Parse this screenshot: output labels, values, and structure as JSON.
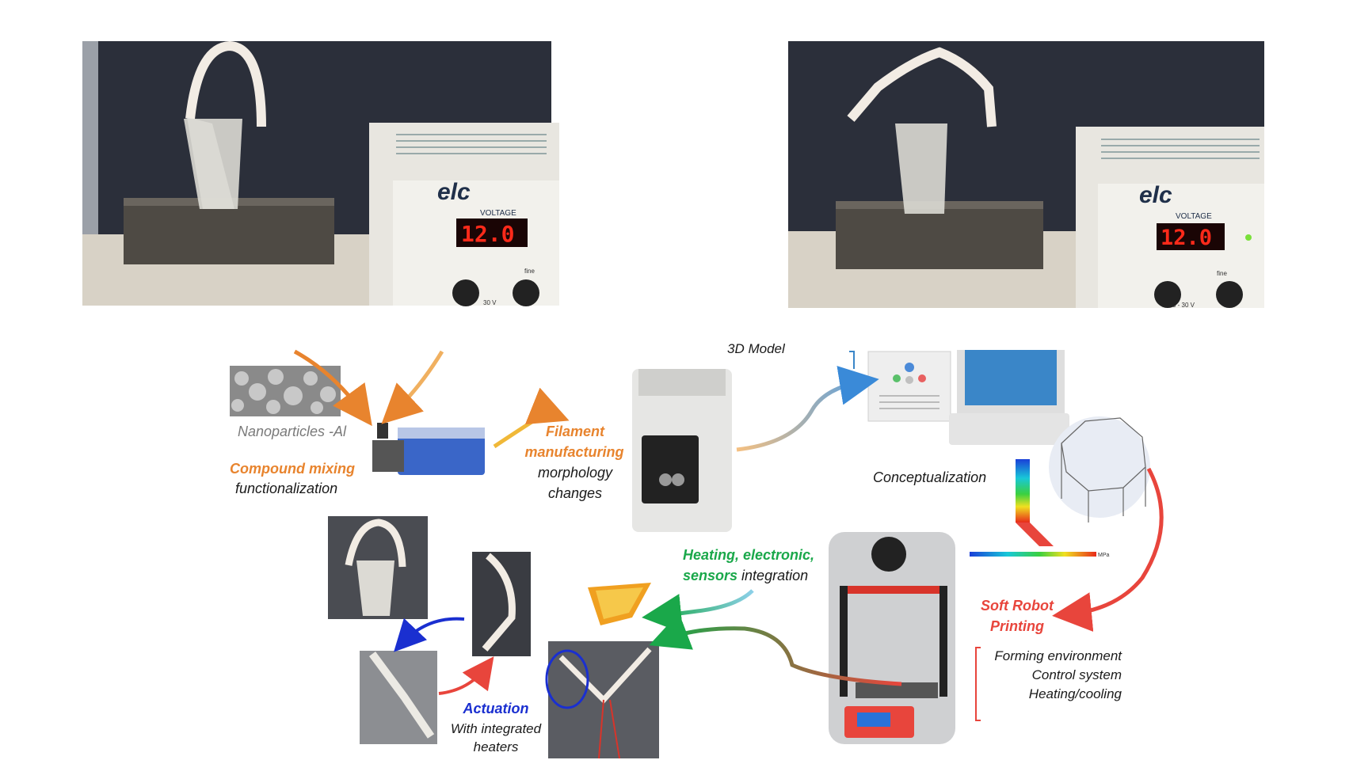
{
  "photos": {
    "left": {
      "brand": "elc",
      "panel_label": "VOLTAGE",
      "display": "12.0",
      "knob_label": "fine",
      "range_label": "30 V"
    },
    "right": {
      "brand": "elc",
      "panel_label": "VOLTAGE",
      "display": "12.0",
      "knob_label": "fine",
      "range_label": "0 - 30 V"
    }
  },
  "diagram": {
    "top_cut_label": "3D Model",
    "nanoparticles": "Nanoparticles -Al",
    "compound_mixing": "Compound mixing",
    "functionalization": "functionalization",
    "filament": "Filament",
    "manufacturing": "manufacturing",
    "morphology": "morphology",
    "changes": "changes",
    "conceptualization": "Conceptualization",
    "heating_line": "Heating, electronic,",
    "sensors": "sensors",
    "integration": " integration",
    "soft_robot": "Soft Robot",
    "printing": "Printing",
    "forming": "Forming environment",
    "control": "Control system",
    "heating_cooling": "Heating/cooling",
    "actuation": "Actuation",
    "with_heaters": "With integrated",
    "heaters": "heaters",
    "scale_unit": "MPa"
  },
  "colors": {
    "orange": "#e8842e",
    "green": "#1aa84a",
    "red": "#e8453c",
    "blue": "#1a2fd0"
  }
}
